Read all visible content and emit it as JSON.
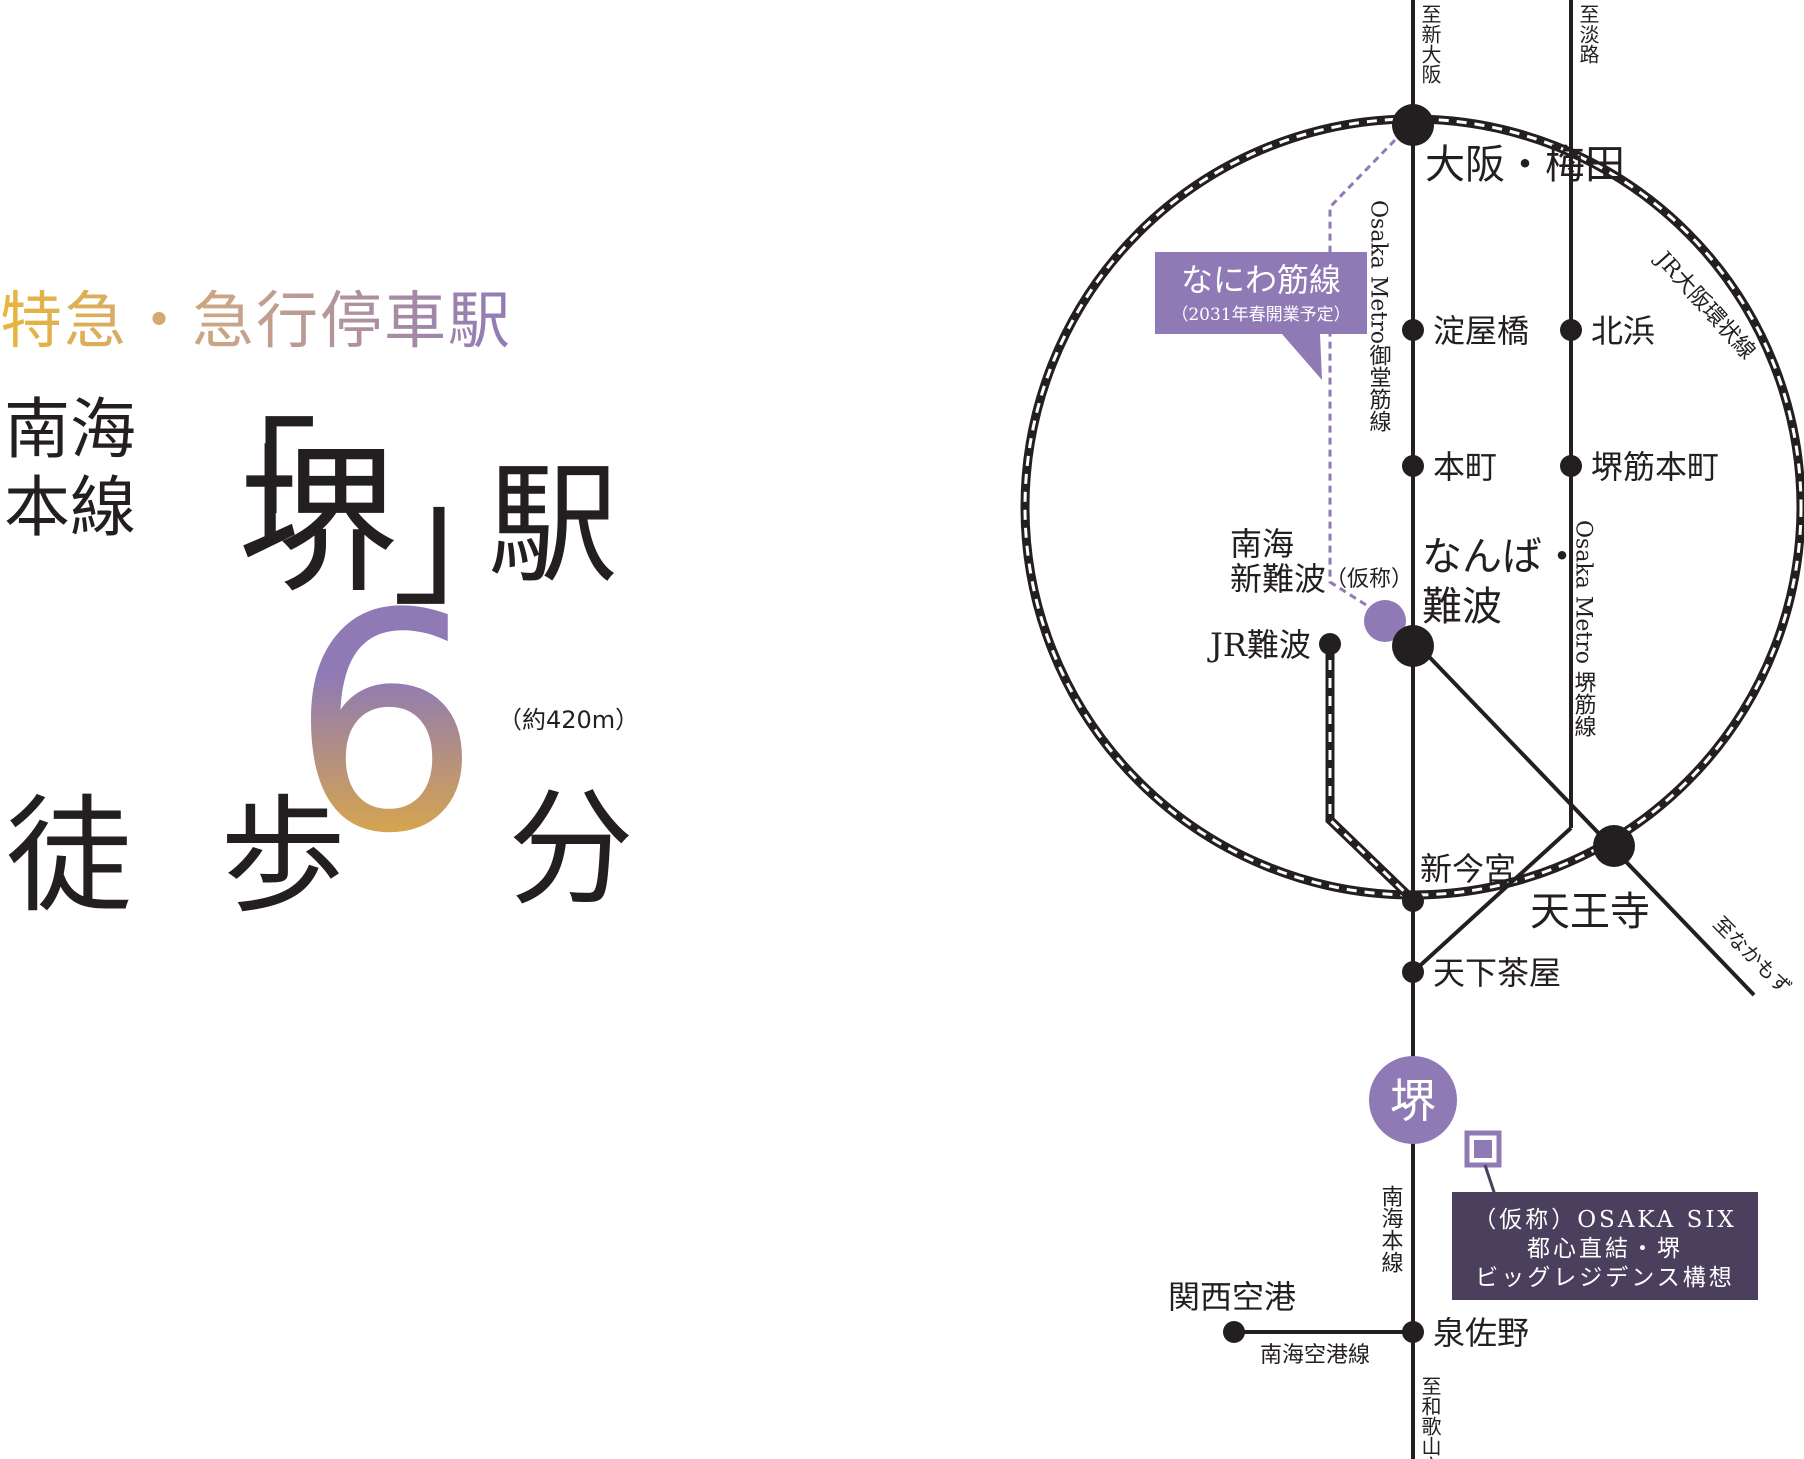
{
  "headline": "特急・急行停車駅",
  "line_name": [
    "南海",
    "本線"
  ],
  "station": {
    "open": "「",
    "name": "堺",
    "close": "」",
    "suffix": "駅"
  },
  "walk": {
    "label": "徒 歩",
    "minutes": "6",
    "unit": "分",
    "distance": "（約420m）"
  },
  "map": {
    "to_shin_osaka": "至新大阪",
    "to_awaji": "至淡路",
    "to_nakamozu": "至なかもず",
    "to_wakayamashi": "至和歌山市",
    "osaka_umeda": "大阪・梅田",
    "yodoyabashi": "淀屋橋",
    "kitahama": "北浜",
    "honmachi": "本町",
    "sakaisuji_honmachi": "堺筋本町",
    "nanba": [
      "なんば・",
      "難波"
    ],
    "nankai_shin_nanba": [
      "南海",
      "新難波"
    ],
    "karishou": "（仮称）",
    "jr_nanba": "JR難波",
    "shin_imamiya": "新今宮",
    "tennoji": "天王寺",
    "tengachaya": "天下茶屋",
    "sakai": "堺",
    "kanku": "関西空港",
    "izumisano": "泉佐野",
    "naniwasuji": {
      "title": "なにわ筋線",
      "note": "（2031年春開業予定）"
    },
    "midosuji_line": "Osaka Metro御堂筋線",
    "sakaisuji_line": "Osaka Metro 堺筋線",
    "jr_loop": "JR大阪環状線",
    "nankai_main": "南海本線",
    "nankai_airport": "南海空港線",
    "project": [
      "（仮称）OSAKA SIX",
      "都心直結・堺",
      "ビッグレジデンス構想"
    ]
  },
  "colors": {
    "ink": "#231f20",
    "purple": "#8f7ab6",
    "box_dark": "#4a3f5c",
    "gold": "#e8b53a"
  }
}
